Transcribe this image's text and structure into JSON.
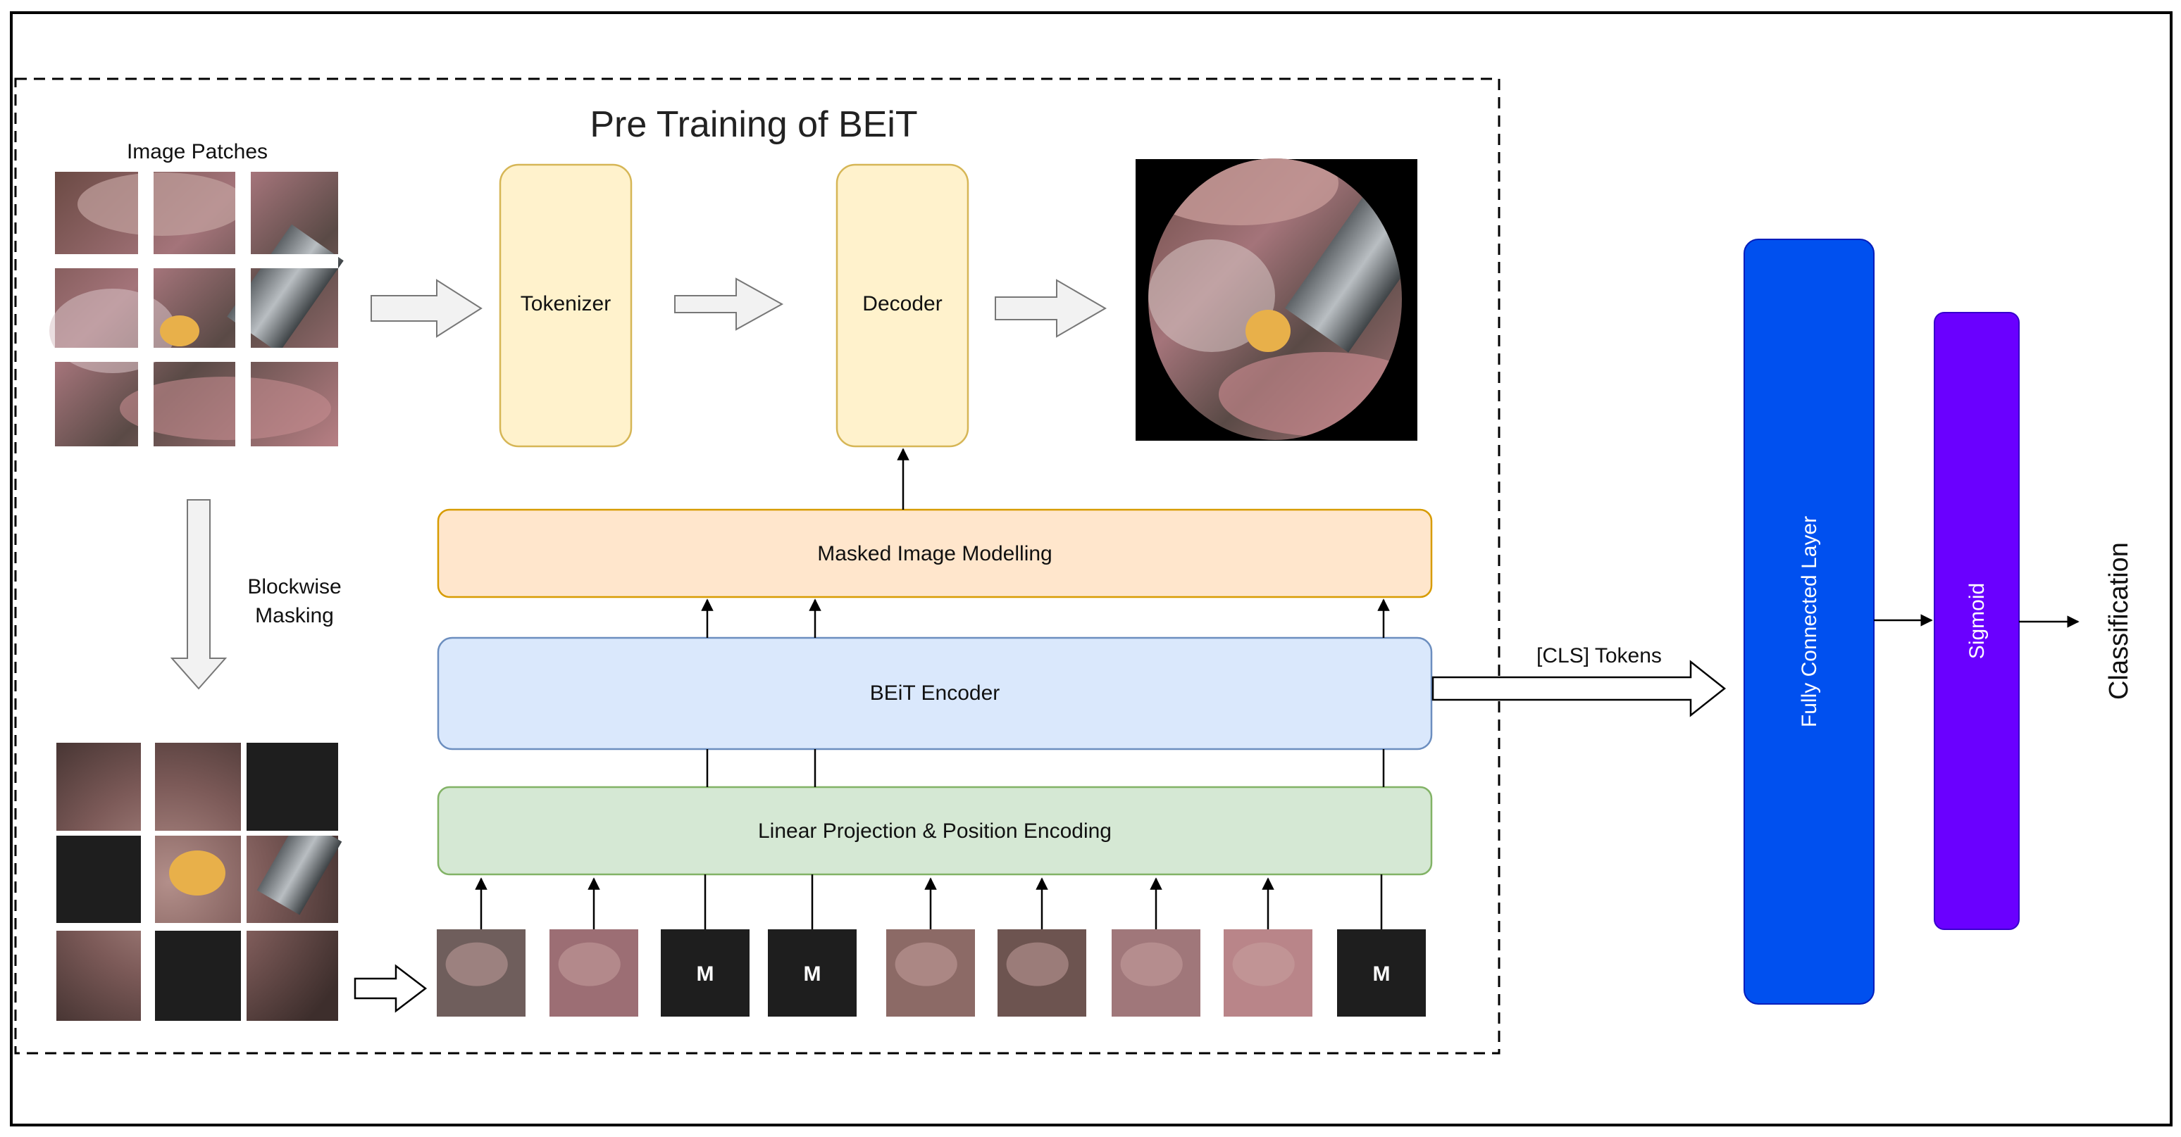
{
  "title": "Pre Training of BEiT",
  "labels": {
    "image_patches": "Image Patches",
    "blockwise_masking_line1": "Blockwise",
    "blockwise_masking_line2": "Masking",
    "cls_tokens": "[CLS] Tokens",
    "classification": "Classification"
  },
  "boxes": {
    "tokenizer": "Tokenizer",
    "decoder": "Decoder",
    "mim": "Masked Image Modelling",
    "encoder": "BEiT Encoder",
    "projection": "Linear Projection & Position Encoding",
    "fc": "Fully Connected Layer",
    "sigmoid": "Sigmoid"
  },
  "mask_token": "M",
  "patch_sequence": [
    "image",
    "image",
    "mask",
    "mask",
    "image",
    "image",
    "image",
    "image",
    "mask"
  ],
  "colors": {
    "tokenizer_fill": "#fff2cc",
    "tokenizer_stroke": "#d6b656",
    "mim_fill": "#ffe6cc",
    "mim_stroke": "#d79b00",
    "encoder_fill": "#dae8fc",
    "encoder_stroke": "#6c8ebf",
    "projection_fill": "#d5e8d4",
    "projection_stroke": "#82b366",
    "fc_fill": "#0050ef",
    "sigmoid_fill": "#6a00ff",
    "mask_fill": "#1e1e1e"
  }
}
